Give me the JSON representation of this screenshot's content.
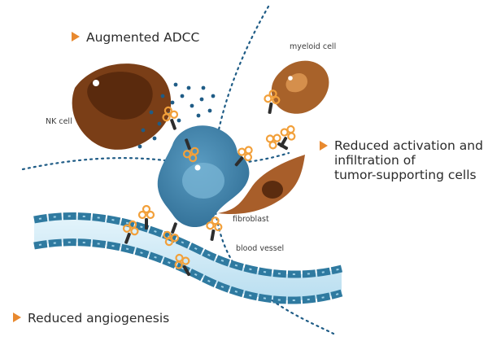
{
  "headings": {
    "adcc": "Augmented ADCC",
    "reduced_activation": [
      "Reduced activation and",
      "infiltration of",
      "tumor-supporting cells"
    ],
    "angiogenesis": "Reduced angiogenesis"
  },
  "labels": {
    "nk_cell": "NK cell",
    "myeloid_cell": "myeloid cell",
    "fibroblast": "fibroblast",
    "blood_vessel": "blood vessel"
  },
  "colors": {
    "arrow": "#e8892f",
    "antibody_orange": "#f2a03a",
    "nk_cell": "#7a3e17",
    "myeloid_cell": "#a8622a",
    "tumor_cell": "#3f7fa6",
    "vessel_wall": "#2f7aa0",
    "vessel_lumen": "#cfe9f6",
    "dotted_line": "#1f5c86"
  }
}
